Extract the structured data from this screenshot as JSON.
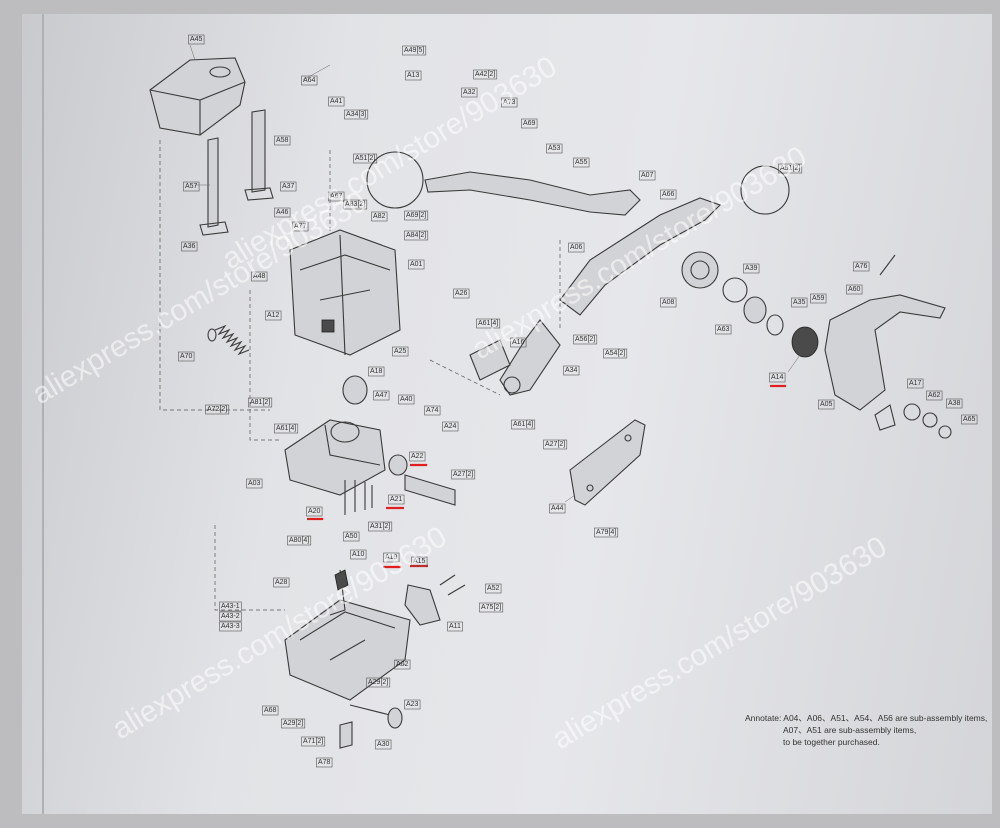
{
  "watermarks": {
    "w1": "aliexpress.com/store/903630",
    "w2": "aliexpress.com/store/903630",
    "w3": "aliexpress.com/store/903630",
    "w4": "aliexpress.com/store/903630",
    "w5": "aliexpress.com/store/903630"
  },
  "annotation": {
    "line1": "Annotate: A04、A06、A51、A54、A56 are sub-assembly items,",
    "line2": "A07、A51 are sub-assembly items,",
    "line3": "to be together purchased."
  },
  "labels": {
    "A45": "A45",
    "A64": "A64",
    "A41": "A41",
    "A49": "A49[5]",
    "A13": "A13",
    "A42": "A42[2]",
    "A32": "A32",
    "A34": "A34[3]",
    "A73": "A73",
    "A69": "A69",
    "A53": "A53",
    "A55": "A55",
    "A51a": "A51[2]",
    "A51b": "A51[2]",
    "A57": "A57",
    "A58": "A58",
    "A37": "A37",
    "A36": "A36",
    "A46": "A46",
    "A67": "A67",
    "A83": "A83[2]",
    "A82": "A82",
    "A69b": "A69[2]",
    "A84": "A84[2]",
    "A77": "A77",
    "A07": "A07",
    "A66": "A66",
    "A06": "A06",
    "A01": "A01",
    "A48": "A48",
    "A26": "A26",
    "A39": "A39",
    "A76": "A76",
    "A60": "A60",
    "A12": "A12",
    "A61a": "A61[4]",
    "A08": "A08",
    "A35": "A35",
    "A59": "A59",
    "A63": "A63",
    "A70": "A70",
    "A56": "A56[2]",
    "A54": "A54[2]",
    "A25": "A25",
    "A16": "A16",
    "A14": "A14",
    "A18": "A18",
    "A34b": "A34",
    "A47": "A47",
    "A40": "A40",
    "A05": "A05",
    "A17": "A17",
    "A62": "A62",
    "A38": "A38",
    "A65": "A65",
    "A72": "A72[2]",
    "A81": "A81[2]",
    "A74": "A74",
    "A24": "A24",
    "A61b": "A61[4]",
    "A61c": "A61[4]",
    "A27a": "A27[2]",
    "A22": "A22",
    "A27b": "A27[2]",
    "A03": "A03",
    "A21": "A21",
    "A44": "A44",
    "A20": "A20",
    "A31": "A31[2]",
    "A50": "A50",
    "A79": "A79[4]",
    "A80": "A80[4]",
    "A10": "A10",
    "A19": "A19",
    "A15": "A15",
    "A28": "A28",
    "A52": "A52",
    "A75": "A75[2]",
    "A43a": "A43-1",
    "A43b": "A43-2",
    "A43c": "A43-3",
    "A11": "A11",
    "A02": "A02",
    "A29a": "A29[2]",
    "A23": "A23",
    "A68": "A68",
    "A29b": "A29[2]",
    "A71": "A71[2]",
    "A30": "A30",
    "A78": "A78"
  }
}
